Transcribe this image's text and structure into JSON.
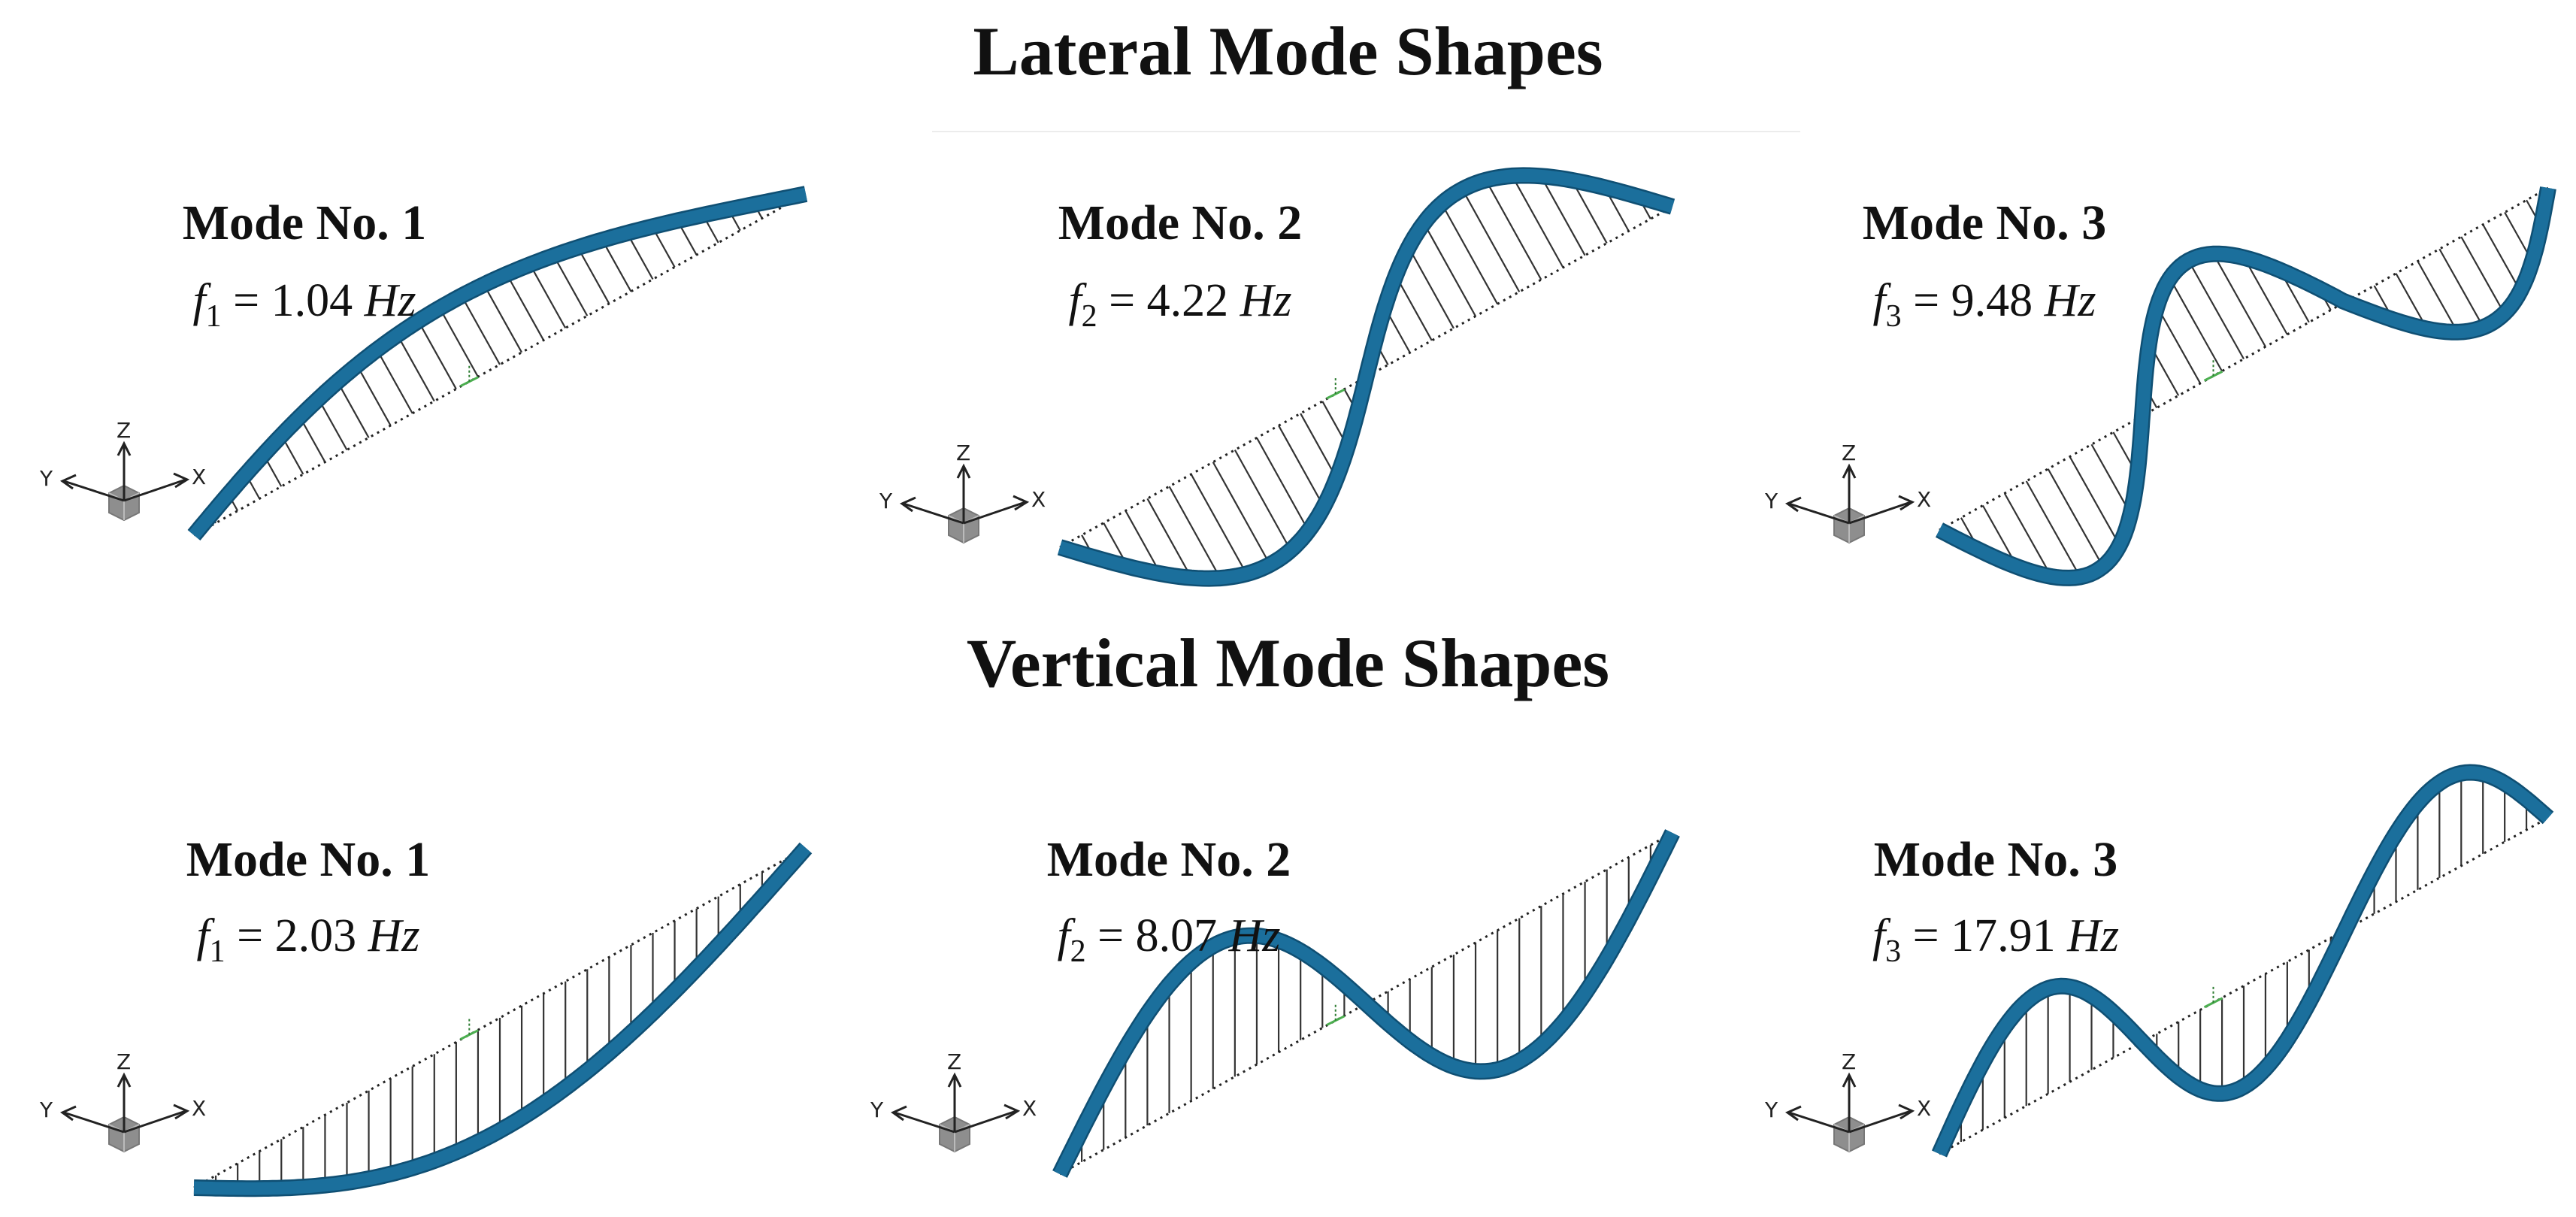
{
  "sections": [
    {
      "id": "lateral",
      "title": "Lateral Mode Shapes",
      "hatch": "perpendicular",
      "modes": [
        {
          "mode_label": "Mode No. 1",
          "freq_symbol": "f",
          "freq_subscript": "1",
          "freq_value": "1.04",
          "freq_unit": "Hz"
        },
        {
          "mode_label": "Mode No. 2",
          "freq_symbol": "f",
          "freq_subscript": "2",
          "freq_value": "4.22",
          "freq_unit": "Hz"
        },
        {
          "mode_label": "Mode No. 3",
          "freq_symbol": "f",
          "freq_subscript": "3",
          "freq_value": "9.48",
          "freq_unit": "Hz"
        }
      ]
    },
    {
      "id": "vertical",
      "title": "Vertical Mode Shapes",
      "hatch": "vertical",
      "modes": [
        {
          "mode_label": "Mode No. 1",
          "freq_symbol": "f",
          "freq_subscript": "1",
          "freq_value": "2.03",
          "freq_unit": "Hz"
        },
        {
          "mode_label": "Mode No. 2",
          "freq_symbol": "f",
          "freq_subscript": "2",
          "freq_value": "8.07",
          "freq_unit": "Hz"
        },
        {
          "mode_label": "Mode No. 3",
          "freq_symbol": "f",
          "freq_subscript": "3",
          "freq_value": "17.91",
          "freq_unit": "Hz"
        }
      ]
    }
  ],
  "axis_labels": {
    "x": "X",
    "y": "Y",
    "z": "Z"
  },
  "colors": {
    "beam": "#1b6f9c",
    "beam_edge": "#0f4f73",
    "hatch": "#333333",
    "text": "#111111"
  }
}
